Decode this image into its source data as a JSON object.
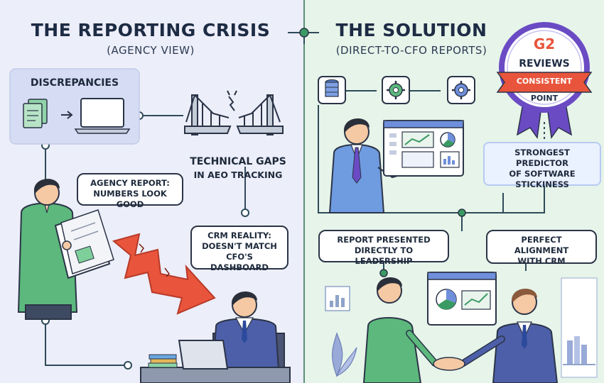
{
  "left": {
    "title": "THE REPORTING CRISIS",
    "subtitle": "(AGENCY VIEW)",
    "discrepancies_label": "DISCREPANCIES",
    "technical_gaps_line1": "TECHNICAL GAPS",
    "technical_gaps_line2": "IN AEO TRACKING",
    "agency_report_line1": "AGENCY REPORT:",
    "agency_report_line2": "NUMBERS LOOK GOOD",
    "crm_reality_line1": "CRM REALITY:",
    "crm_reality_line2": "DOESN'T MATCH",
    "crm_reality_line3": "CFO'S DASHBOARD"
  },
  "right": {
    "title": "THE SOLUTION",
    "subtitle": "(DIRECT-TO-CFO REPORTS)",
    "badge_logo": "G2",
    "badge_reviews": "REVIEWS",
    "badge_ribbon": "CONSISTENT",
    "badge_point": "POINT",
    "predictor_line1": "STRONGEST PREDICTOR",
    "predictor_line2": "OF SOFTWARE",
    "predictor_line3": "STICKINESS",
    "presented_line1": "REPORT PRESENTED",
    "presented_line2": "DIRECTLY TO LEADERSHIP",
    "alignment_line1": "PERFECT ALIGNMENT",
    "alignment_line2": "WITH CRM"
  },
  "colors": {
    "left_bg": "#eceef9",
    "right_bg": "#e6f4ea",
    "connector": "#2f4a5a",
    "node": "#3a9a63",
    "arrow": "#e8553c",
    "badge_purple": "#6a4bc4",
    "ribbon_orange": "#e8553c"
  }
}
